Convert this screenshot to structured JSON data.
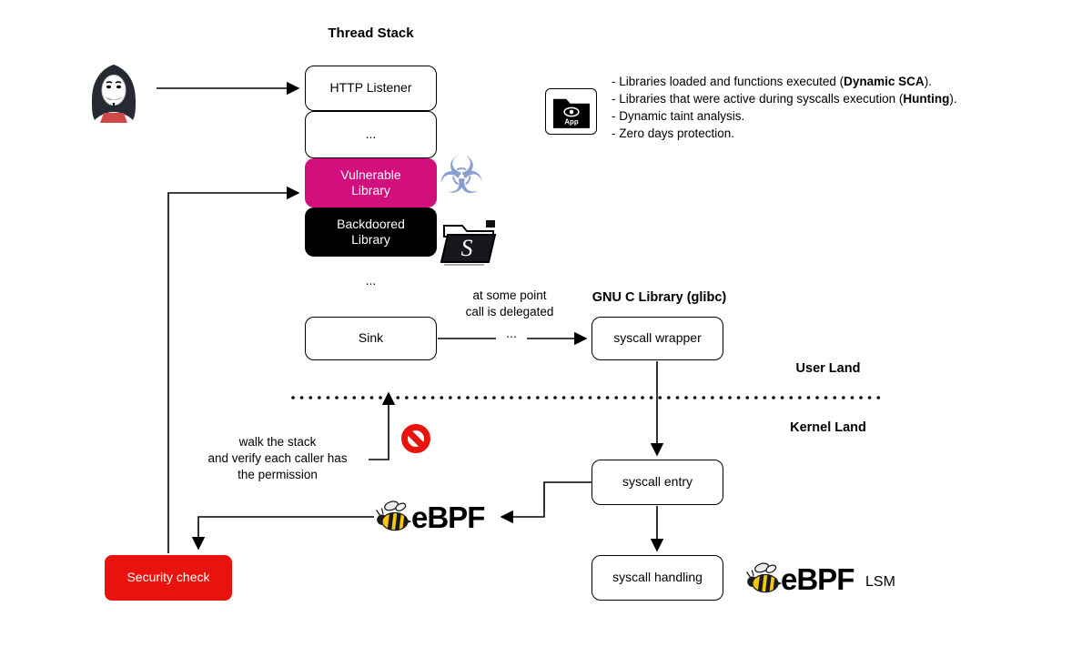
{
  "colors": {
    "vulnerable_bg": "#d20f7d",
    "backdoored_bg": "#000000",
    "security_bg": "#e8130c",
    "prohibition": "#e8130c",
    "biohazard": "#8a9fd0",
    "bee_yellow": "#f5c518"
  },
  "thread_stack": {
    "title": "Thread Stack",
    "boxes": [
      {
        "label": "HTTP Listener"
      },
      {
        "label": "..."
      },
      {
        "label": "Vulnerable\nLibrary"
      },
      {
        "label": "Backdoored\nLibrary"
      }
    ],
    "ellipsis_below": "...",
    "sink_label": "Sink"
  },
  "glibc": {
    "title": "GNU C Library (glibc)",
    "wrapper_label": "syscall wrapper",
    "delegation_note": "at some point\ncall is delegated",
    "dots_label": "..."
  },
  "kernel": {
    "entry_label": "syscall entry",
    "handling_label": "syscall handling"
  },
  "lands": {
    "user": "User Land",
    "kernel": "Kernel Land"
  },
  "security": {
    "check_label": "Security check",
    "walk_note": "walk the stack\nand verify each caller has\nthe permission"
  },
  "ebpf": {
    "logo_text": "eBPF",
    "lsm_label": "LSM"
  },
  "legend": {
    "icon_label": "App",
    "lines": [
      {
        "prefix": "- Libraries loaded and functions executed (",
        "bold": "Dynamic SCA",
        "suffix": ")."
      },
      {
        "prefix": "- Libraries that were active during syscalls execution (",
        "bold": "Hunting",
        "suffix": ")."
      },
      {
        "prefix": "- Dynamic taint analysis.",
        "bold": "",
        "suffix": ""
      },
      {
        "prefix": "- Zero days protection.",
        "bold": "",
        "suffix": ""
      }
    ]
  }
}
